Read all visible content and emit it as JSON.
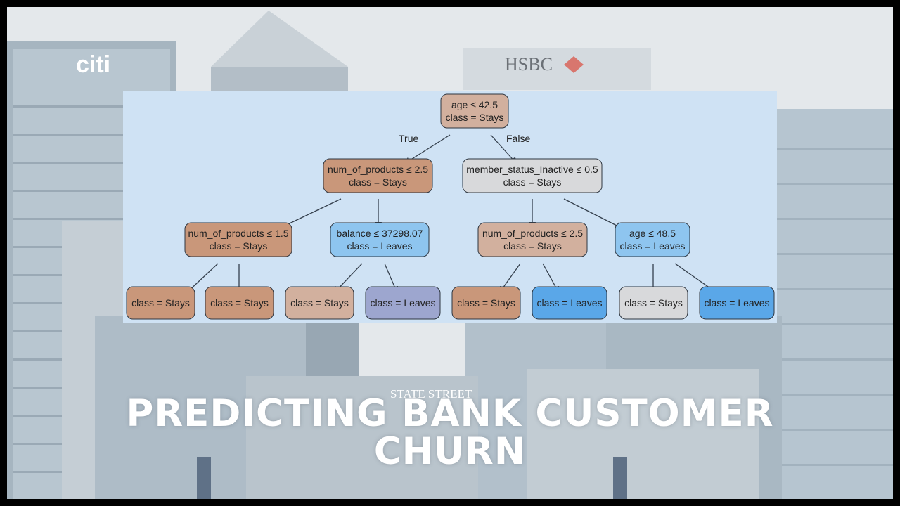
{
  "title_lines": [
    "PREDICTING BANK CUSTOMER",
    "CHURN"
  ],
  "logos": {
    "citi": "citi",
    "hsbc": "HSBC",
    "state_street": "STATE STREET"
  },
  "edge_labels": {
    "true": "True",
    "false": "False"
  },
  "colors": {
    "stays_strong": "#c9977a",
    "stays_light": "#d2b09e",
    "neutral": "#d8d9db",
    "leaves_light": "#8ec5ef",
    "leaves_strong": "#5aa7e8",
    "leaves_purple": "#9da6cf",
    "panel_bg": "#cfe2f4"
  },
  "tree": {
    "root": {
      "lines": [
        "age ≤ 42.5",
        "class = Stays"
      ],
      "fill": "stays_light"
    },
    "n_left": {
      "lines": [
        "num_of_products ≤ 2.5",
        "class = Stays"
      ],
      "fill": "stays_strong"
    },
    "n_right": {
      "lines": [
        "member_status_Inactive ≤ 0.5",
        "class = Stays"
      ],
      "fill": "neutral"
    },
    "n_ll": {
      "lines": [
        "num_of_products ≤ 1.5",
        "class = Stays"
      ],
      "fill": "stays_strong"
    },
    "n_lr": {
      "lines": [
        "balance ≤ 37298.07",
        "class = Leaves"
      ],
      "fill": "leaves_light"
    },
    "n_rl": {
      "lines": [
        "num_of_products ≤ 2.5",
        "class = Stays"
      ],
      "fill": "stays_light"
    },
    "n_rr": {
      "lines": [
        "age ≤ 48.5",
        "class = Leaves"
      ],
      "fill": "leaves_light"
    },
    "leaf1": {
      "lines": [
        "class = Stays"
      ],
      "fill": "stays_strong"
    },
    "leaf2": {
      "lines": [
        "class = Stays"
      ],
      "fill": "stays_strong"
    },
    "leaf3": {
      "lines": [
        "class = Stays"
      ],
      "fill": "stays_light"
    },
    "leaf4": {
      "lines": [
        "class = Leaves"
      ],
      "fill": "leaves_purple"
    },
    "leaf5": {
      "lines": [
        "class = Stays"
      ],
      "fill": "stays_strong"
    },
    "leaf6": {
      "lines": [
        "class = Leaves"
      ],
      "fill": "leaves_strong"
    },
    "leaf7": {
      "lines": [
        "class = Stays"
      ],
      "fill": "neutral"
    },
    "leaf8": {
      "lines": [
        "class = Leaves"
      ],
      "fill": "leaves_strong"
    }
  }
}
